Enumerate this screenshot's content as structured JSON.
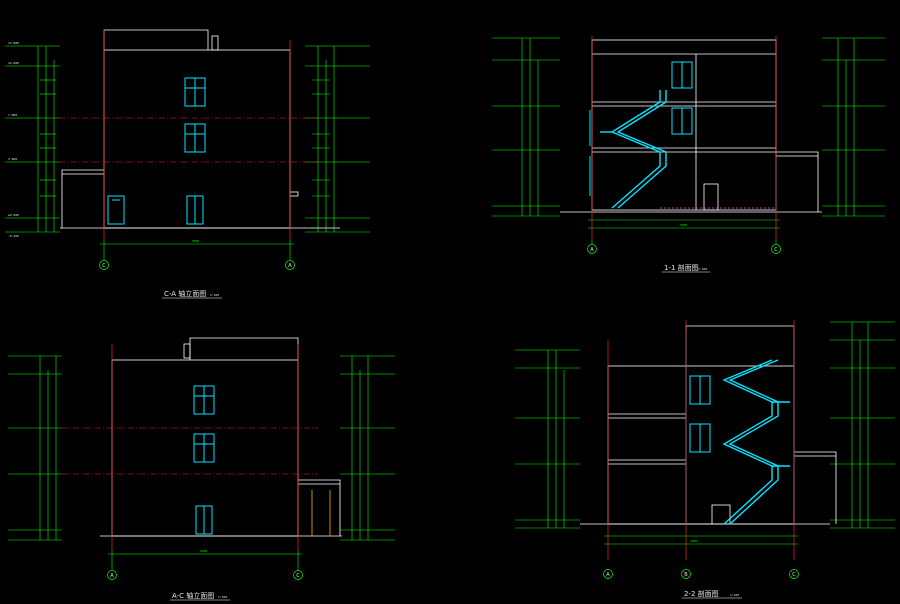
{
  "colors": {
    "background": "#000000",
    "outline": "#ffffff",
    "dimension": "#00ff00",
    "axis": "#ff2020",
    "level": "#ff2020",
    "window": "#00e5ff",
    "stair": "#00e5ff"
  },
  "drawings": {
    "elev_ca": {
      "title": "C-A 轴立面图",
      "scale": "1:100",
      "axis_left": "C",
      "axis_right": "A",
      "total_dim": "9000"
    },
    "sec_11": {
      "title": "1-1 剖面图",
      "scale": "1:100",
      "axis_left": "A",
      "axis_right": "C",
      "total_dim": "9000"
    },
    "elev_ac": {
      "title": "A-C 轴立面图",
      "scale": "1:100",
      "axis_left": "A",
      "axis_right": "C",
      "total_dim": "9000"
    },
    "sec_22": {
      "title": "2-2 剖面图",
      "scale": "1:100",
      "axis_left": "A",
      "axis_mid": "B",
      "axis_right": "C",
      "total_dim": "9000"
    }
  },
  "levels": [
    "13.800",
    "12.600",
    "7.800",
    "3.900",
    "±0.000",
    "-0.450"
  ]
}
